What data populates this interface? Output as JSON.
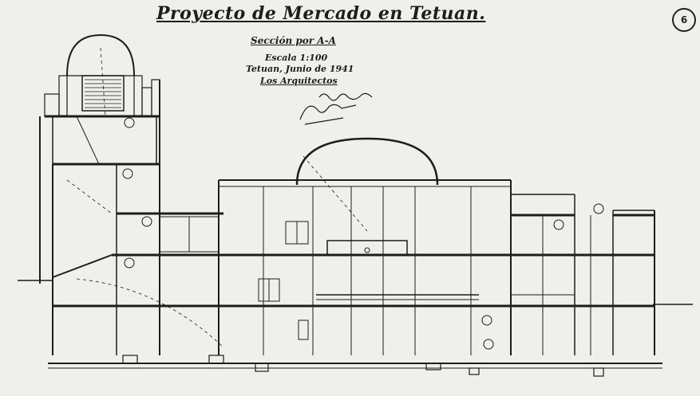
{
  "drawing": {
    "title": "Proyecto de Mercado en Tetuan.",
    "section_label": "Sección por A-A",
    "scale_label": "Escala 1:100",
    "place_date": "Tetuan, Junio de 1941",
    "architects_label": "Los Arquitectos",
    "sheet_number": "6"
  },
  "style": {
    "paper": "#efefec",
    "ink": "#1d1d1d",
    "hatch": "#555555"
  }
}
